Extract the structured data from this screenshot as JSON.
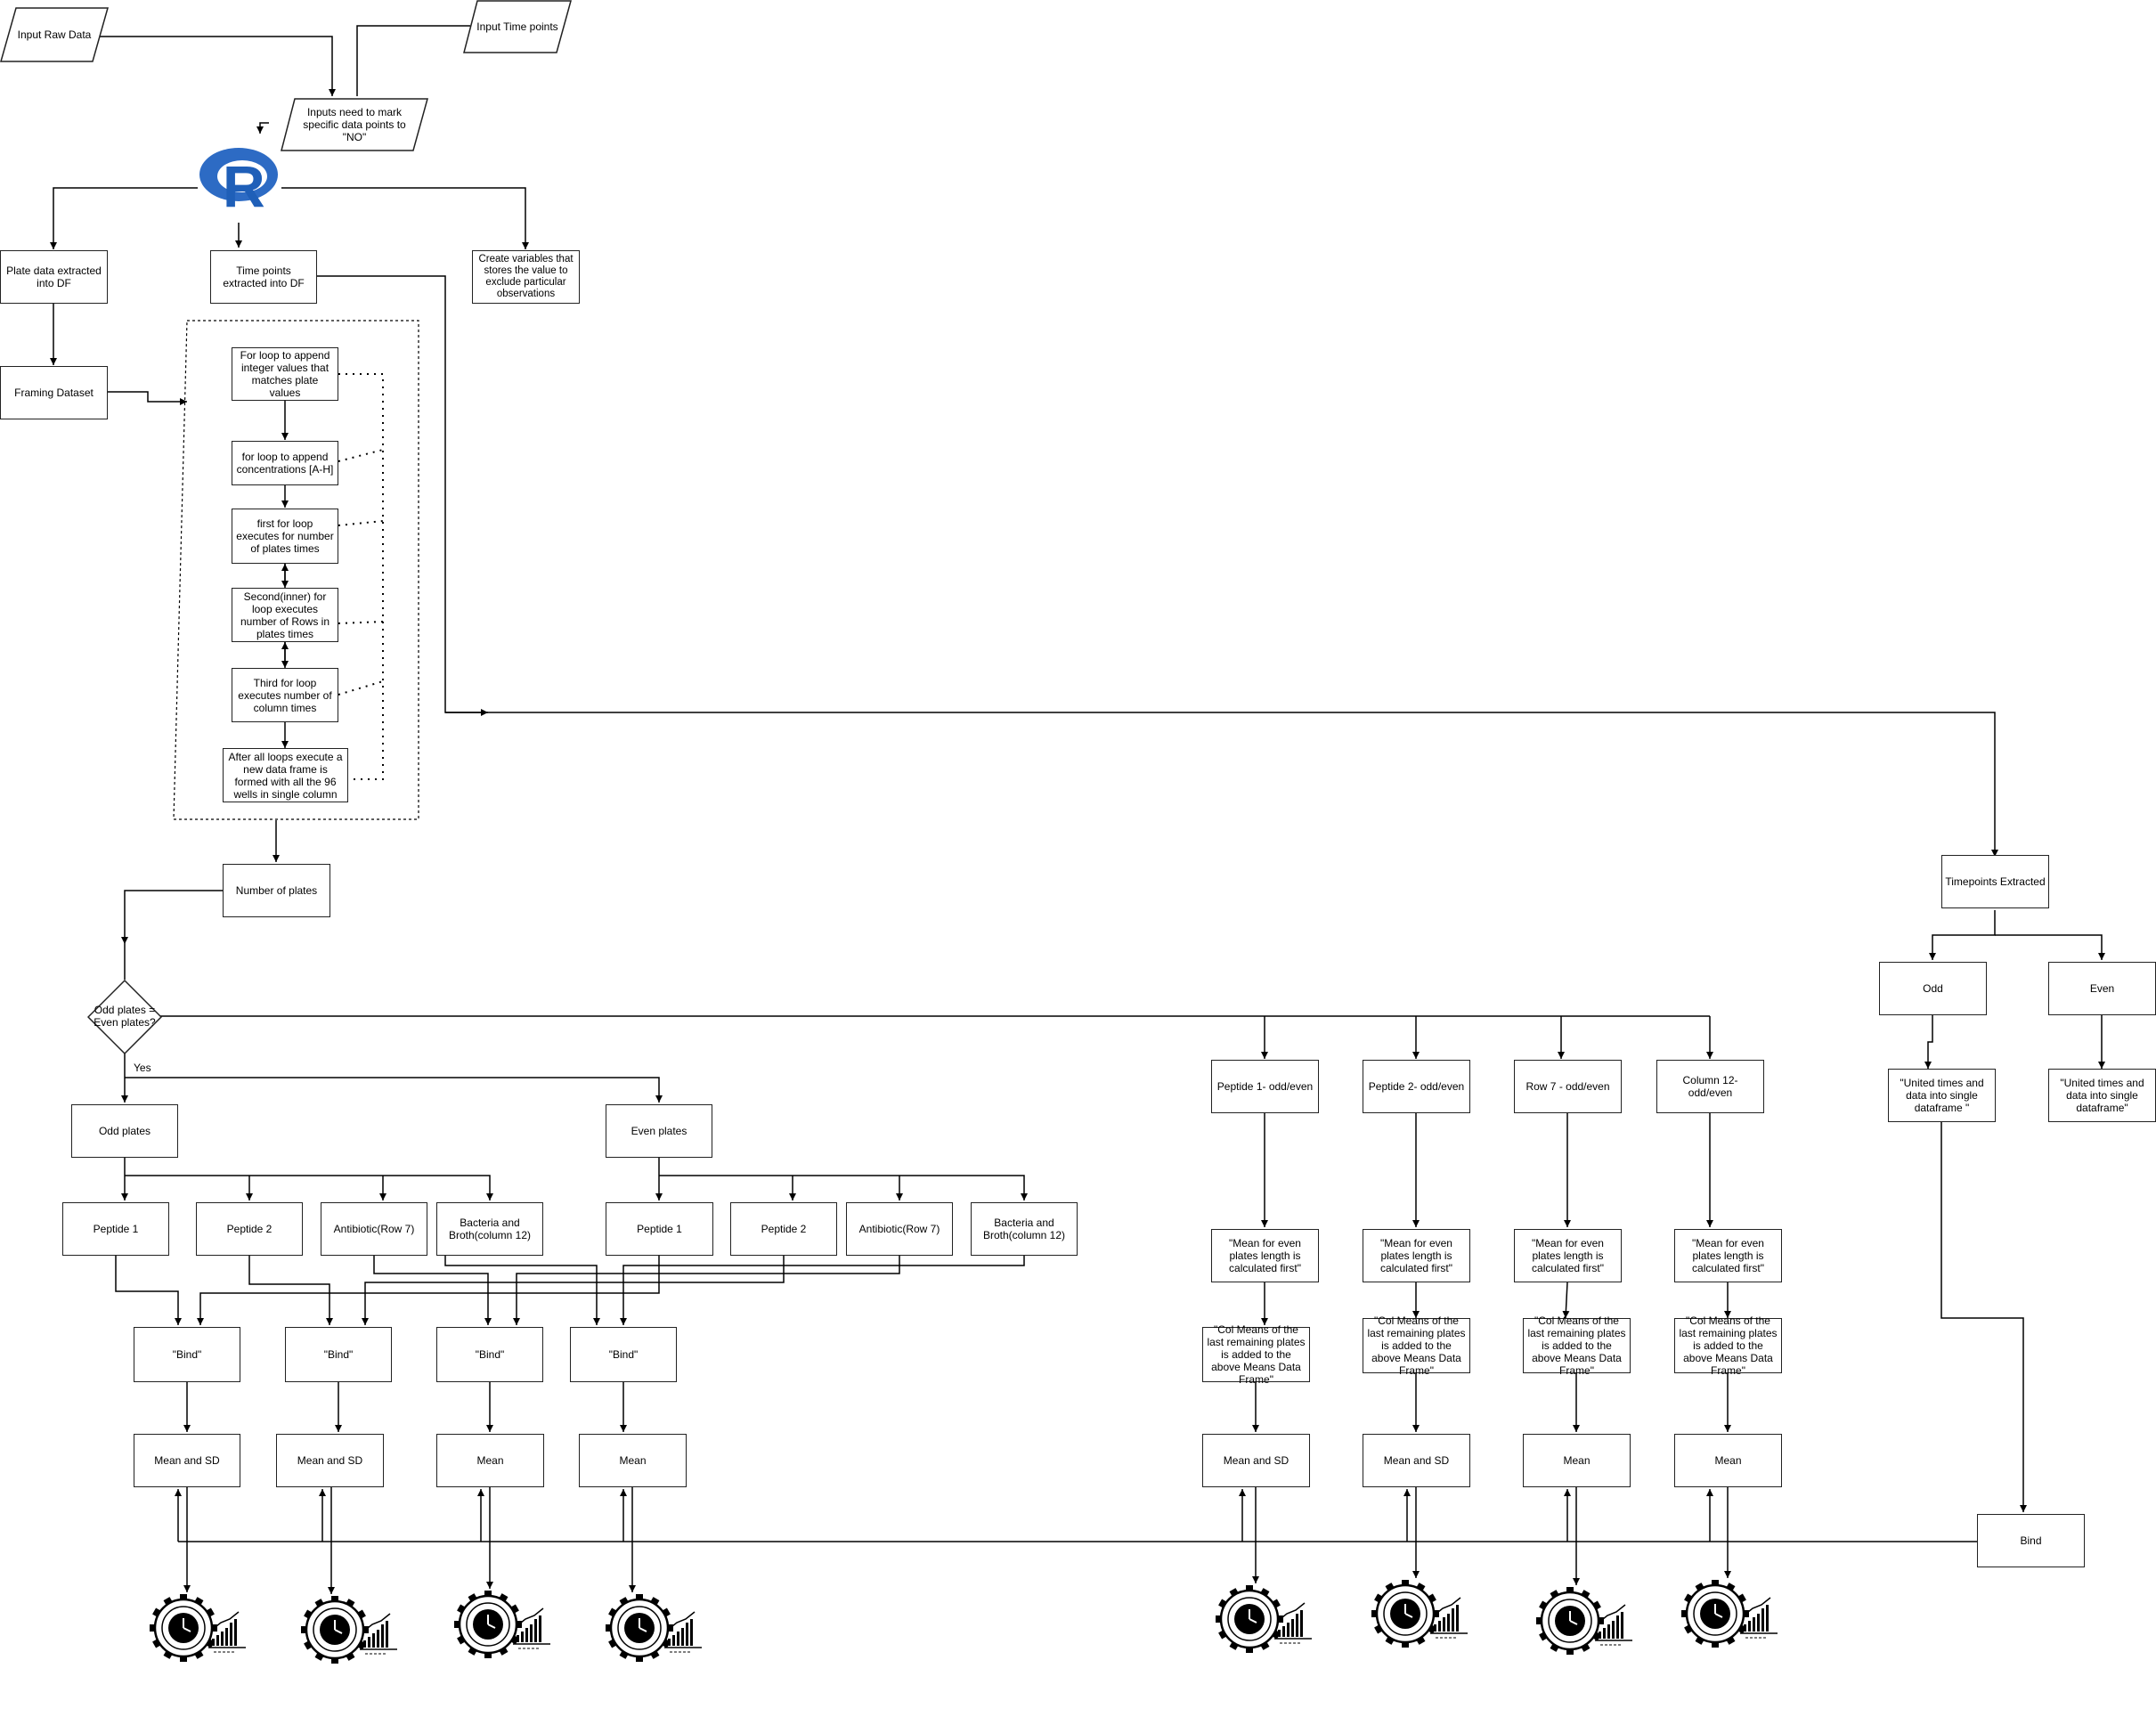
{
  "inputs": {
    "raw_data": "Input Raw Data",
    "time_points": "Input Time points",
    "mark_no": "Inputs need to mark specific data points to \"NO\""
  },
  "r_logo_letter": "R",
  "extract": {
    "plate_df": "Plate data extracted into DF",
    "time_df": "Time points extracted into DF",
    "create_vars": "Create variables that stores the value to exclude particular observations"
  },
  "framing": "Framing Dataset",
  "loops": {
    "append_int": "For loop to append integer values that matches plate values",
    "append_conc": "for loop to append concentrations [A-H]",
    "first_loop": "first for loop executes for number of plates times",
    "second_loop": "Second(inner) for loop executes number of Rows in plates times",
    "third_loop": "Third for loop executes number of column times",
    "after_loops": "After all loops execute a new data frame is formed with all the 96 wells in single column"
  },
  "num_plates": "Number of plates",
  "decision": {
    "text": "Odd plates = Even plates?",
    "yes": "Yes"
  },
  "odd_plates": "Odd plates",
  "even_plates": "Even plates",
  "odd_children": [
    "Peptide 1",
    "Peptide 2",
    "Antibiotic(Row 7)",
    "Bacteria and Broth(column 12)"
  ],
  "even_children": [
    "Peptide 1",
    "Peptide 2",
    "Antibiotic(Row 7)",
    "Bacteria and Broth(column 12)"
  ],
  "bind_label": "\"Bind\"",
  "left_stats": [
    "Mean and SD",
    "Mean and SD",
    "Mean",
    "Mean"
  ],
  "odd_even": [
    "Peptide 1- odd/even",
    "Peptide 2- odd/even",
    "Row 7 - odd/even",
    "Column 12- odd/even"
  ],
  "mean_even": "\"Mean for even plates length is calculated first\"",
  "col_means": "\"Col Means of the last remaining plates is added to the above Means Data Frame\"",
  "right_stats": [
    "Mean and SD",
    "Mean and SD",
    "Mean",
    "Mean"
  ],
  "timepoints": {
    "extracted": "Timepoints Extracted",
    "odd": "Odd",
    "even": "Even",
    "unite_odd": "\"United times and data into single dataframe \"",
    "unite_even": "\"United times and data into single dataframe\"",
    "bind": "Bind"
  },
  "icons": [
    "time-analytics-icon",
    "gear-icon",
    "clock-icon",
    "bar-chart-icon"
  ]
}
